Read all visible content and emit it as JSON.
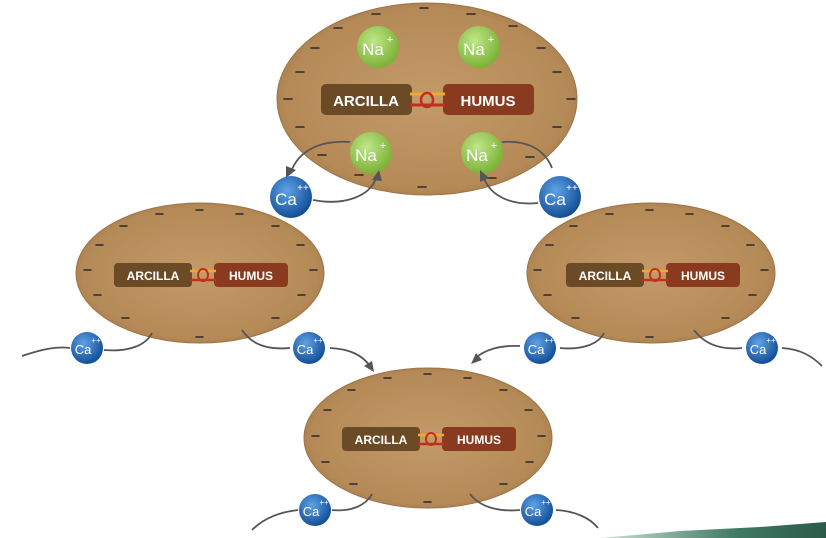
{
  "colors": {
    "particle": "#b58a57",
    "particle_edge": "#a27a4c",
    "clay": "#6b4a26",
    "humus": "#8a3a1e",
    "link_orange": "#f0a830",
    "link_red": "#c0301f",
    "sodium": "#8cc540",
    "calcium": "#1f67b8",
    "arrow": "#555555",
    "charge": "#2b2b2b",
    "corner_green": "#3f7a62"
  },
  "labels": {
    "clay": "ARCILLA",
    "humus": "HUMUS",
    "charge": "−"
  },
  "ions": {
    "sodium": {
      "symbol": "Na",
      "charge": "+"
    },
    "calcium": {
      "symbol": "Ca",
      "charge": "++"
    }
  },
  "icons": {
    "arrow": "curved-arrow-icon",
    "charge": "minus-icon"
  }
}
